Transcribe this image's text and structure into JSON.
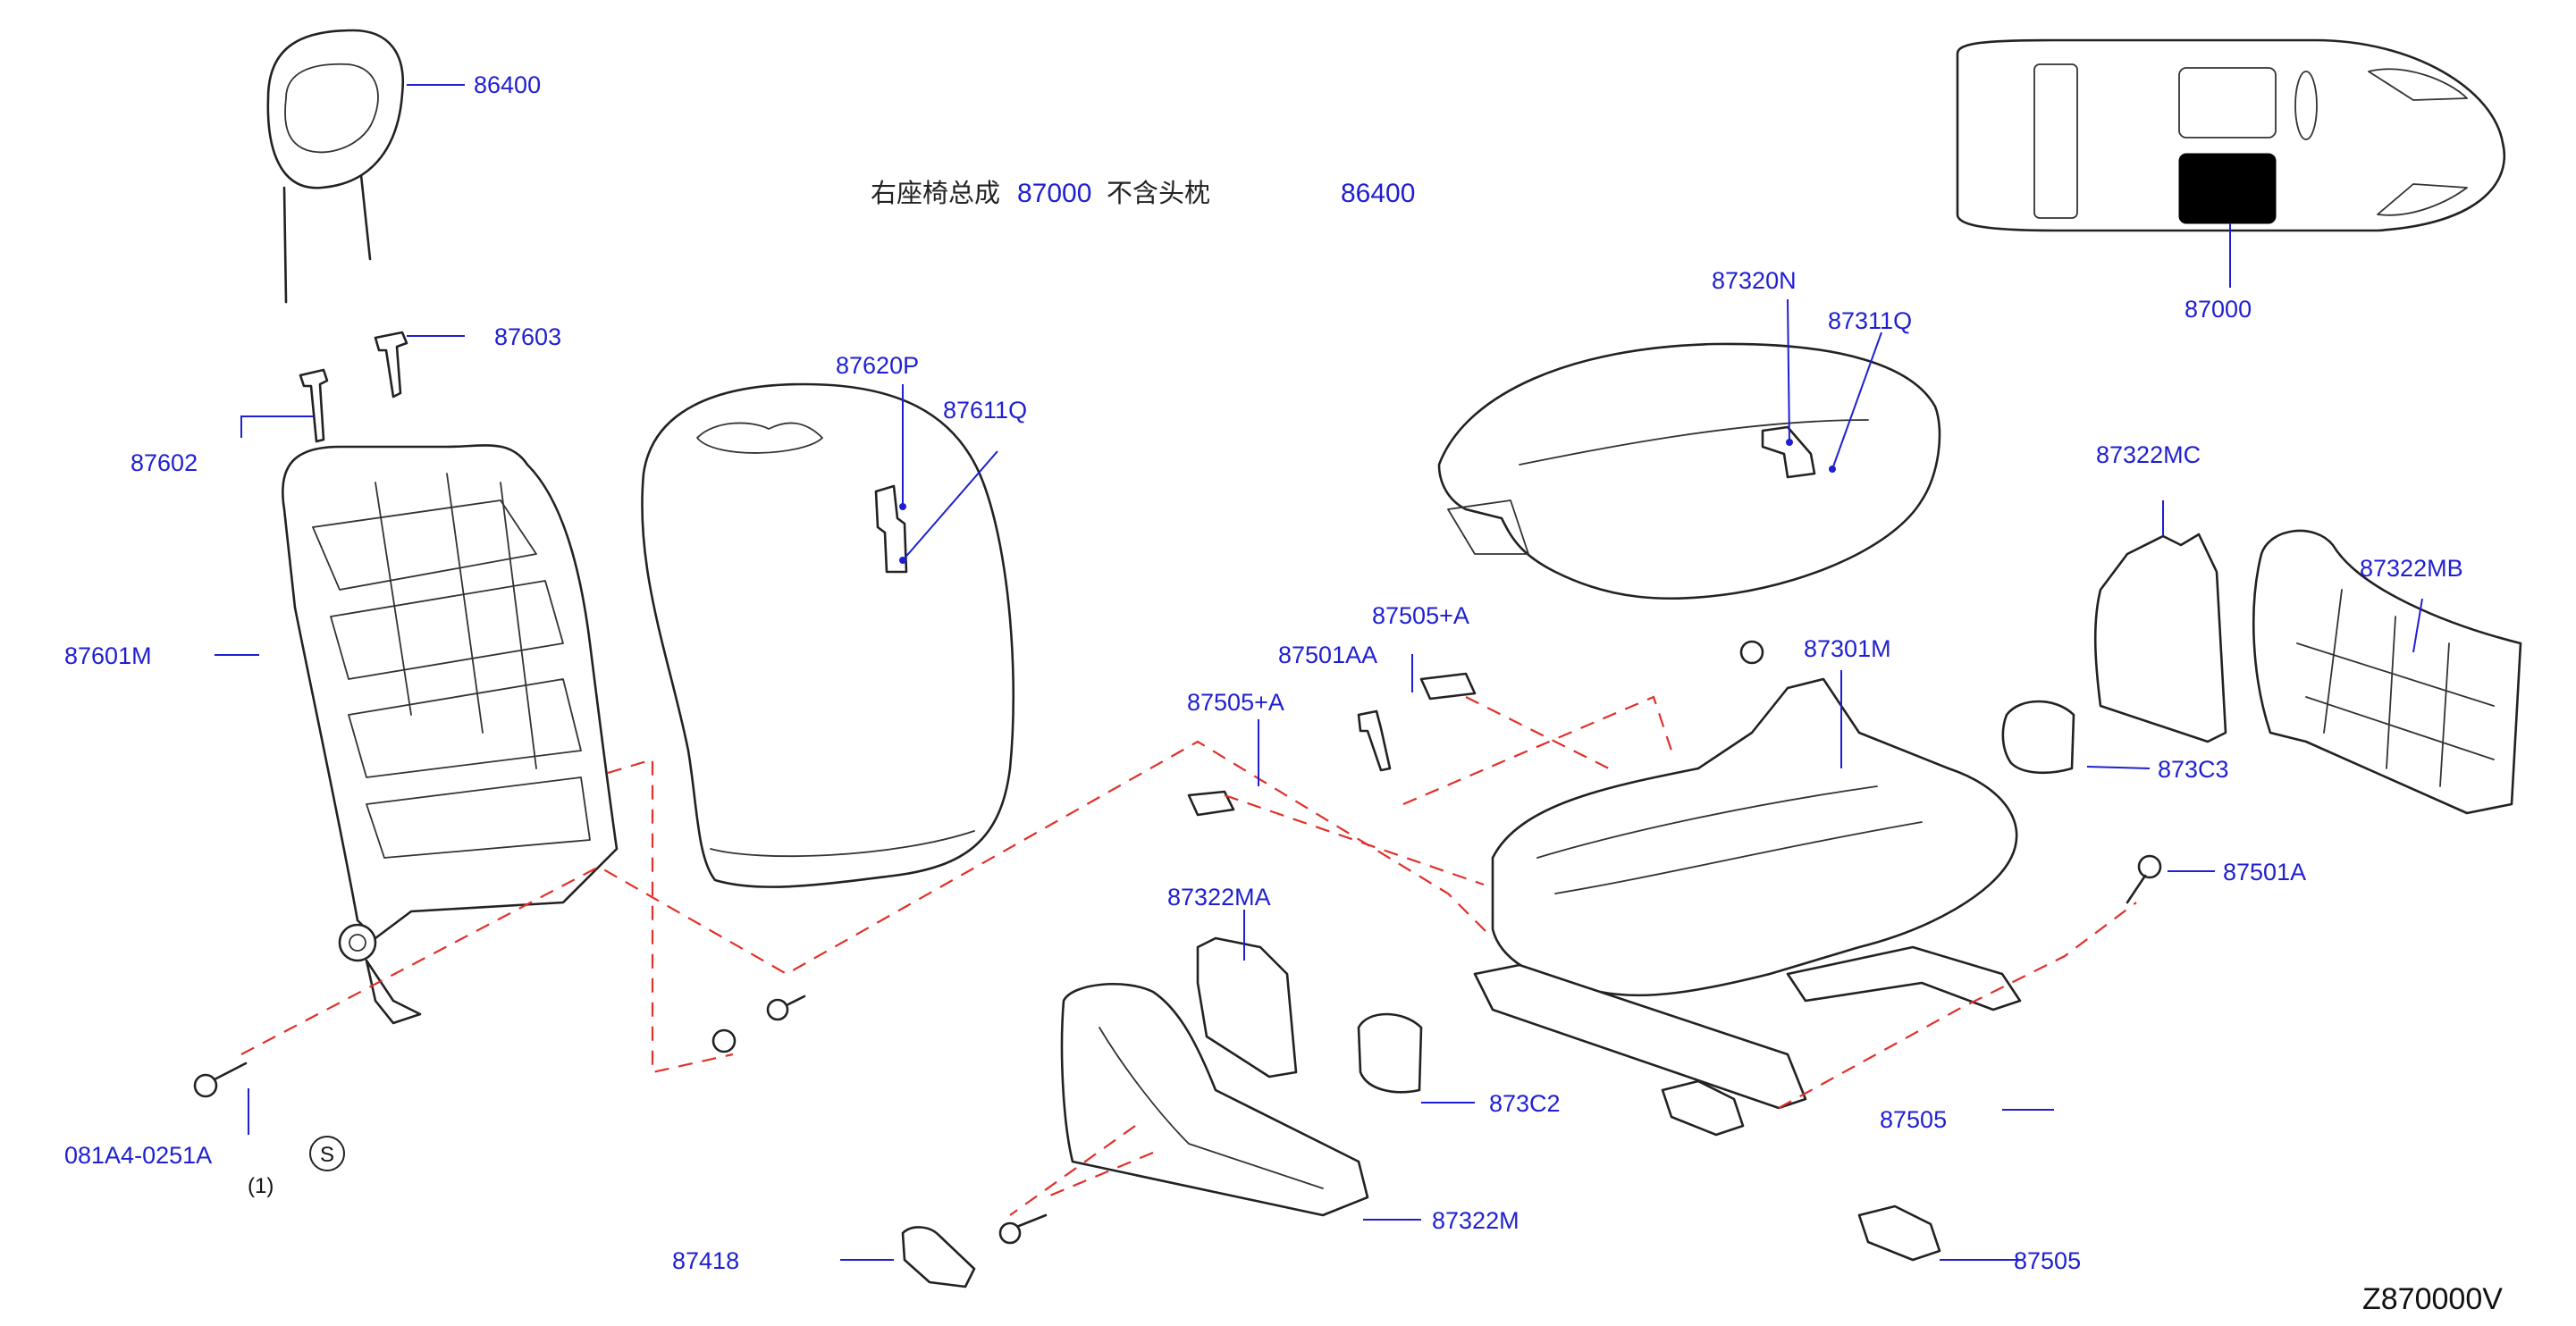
{
  "title": {
    "prefix": "右座椅总成",
    "part_number": "87000",
    "suffix": "不含头枕",
    "excluded_part": "86400"
  },
  "diagram_code": "Z870000V",
  "symbol_s": "S",
  "quantity_note": "(1)",
  "labels": {
    "86400": "86400",
    "87603": "87603",
    "87602": "87602",
    "87601M": "87601M",
    "87620P": "87620P",
    "87611Q": "87611Q",
    "87320N": "87320N",
    "87311Q": "87311Q",
    "87000": "87000",
    "87322MC": "87322MC",
    "87322MB": "87322MB",
    "87505A_1": "87505+A",
    "87501AA": "87501AA",
    "87505A_2": "87505+A",
    "87301M": "87301M",
    "873C3": "873C3",
    "87501A": "87501A",
    "87322MA": "87322MA",
    "873C2": "873C2",
    "87505_1": "87505",
    "87505_2": "87505",
    "081A4-0251A": "081A4-0251A",
    "87418": "87418",
    "87322M": "87322M"
  },
  "colors": {
    "label": "#1f1fd2",
    "dashed_line": "#e0302a",
    "ink": "#222222",
    "selected_seat": "#000000"
  }
}
